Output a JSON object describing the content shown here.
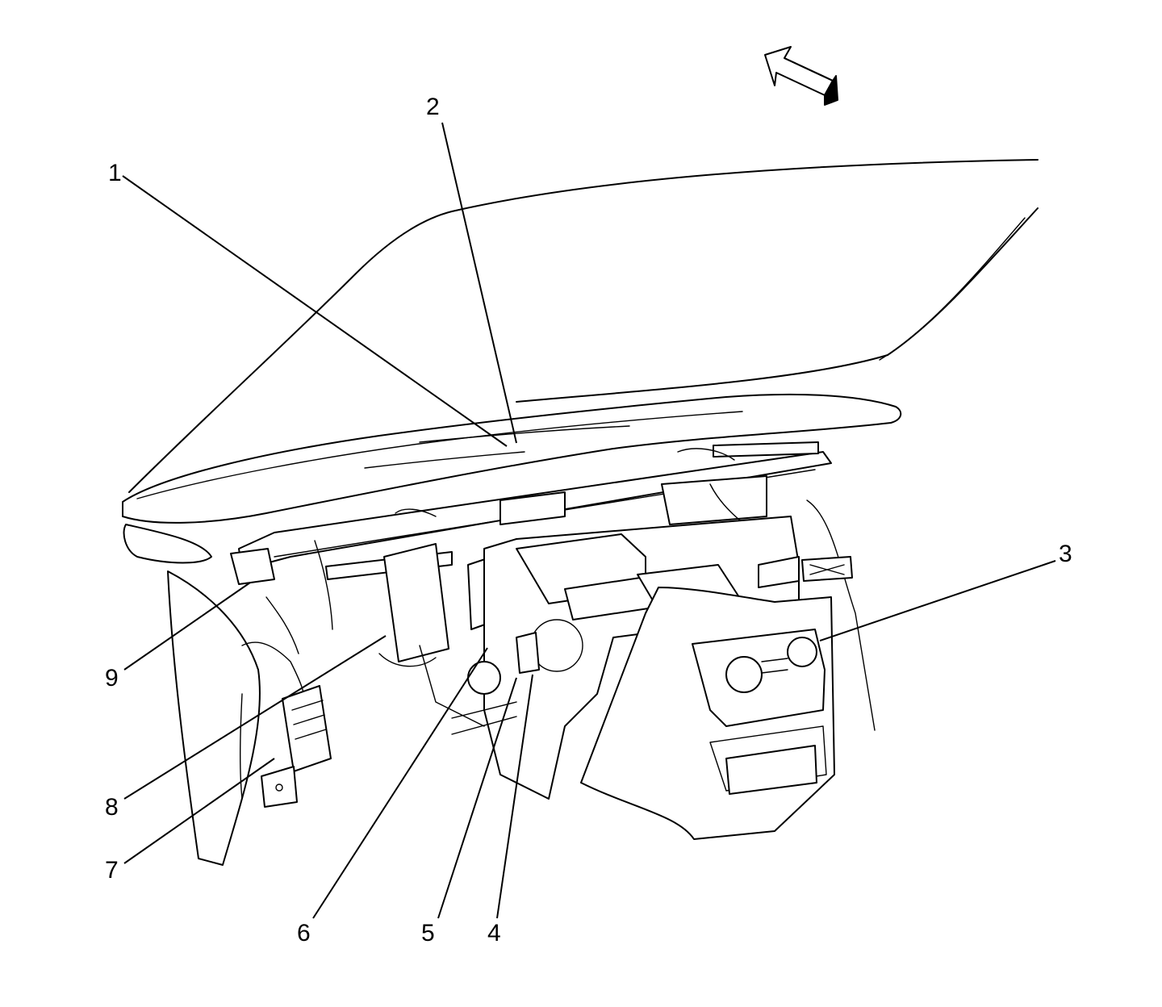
{
  "diagram": {
    "callouts": [
      {
        "id": "1",
        "label": "1"
      },
      {
        "id": "2",
        "label": "2"
      },
      {
        "id": "3",
        "label": "3"
      },
      {
        "id": "4",
        "label": "4"
      },
      {
        "id": "5",
        "label": "5"
      },
      {
        "id": "6",
        "label": "6"
      },
      {
        "id": "7",
        "label": "7"
      },
      {
        "id": "8",
        "label": "8"
      },
      {
        "id": "9",
        "label": "9"
      }
    ],
    "icons": {
      "direction": "forward-arrow-icon"
    },
    "colors": {
      "line": "#000000",
      "background": "#ffffff"
    }
  }
}
